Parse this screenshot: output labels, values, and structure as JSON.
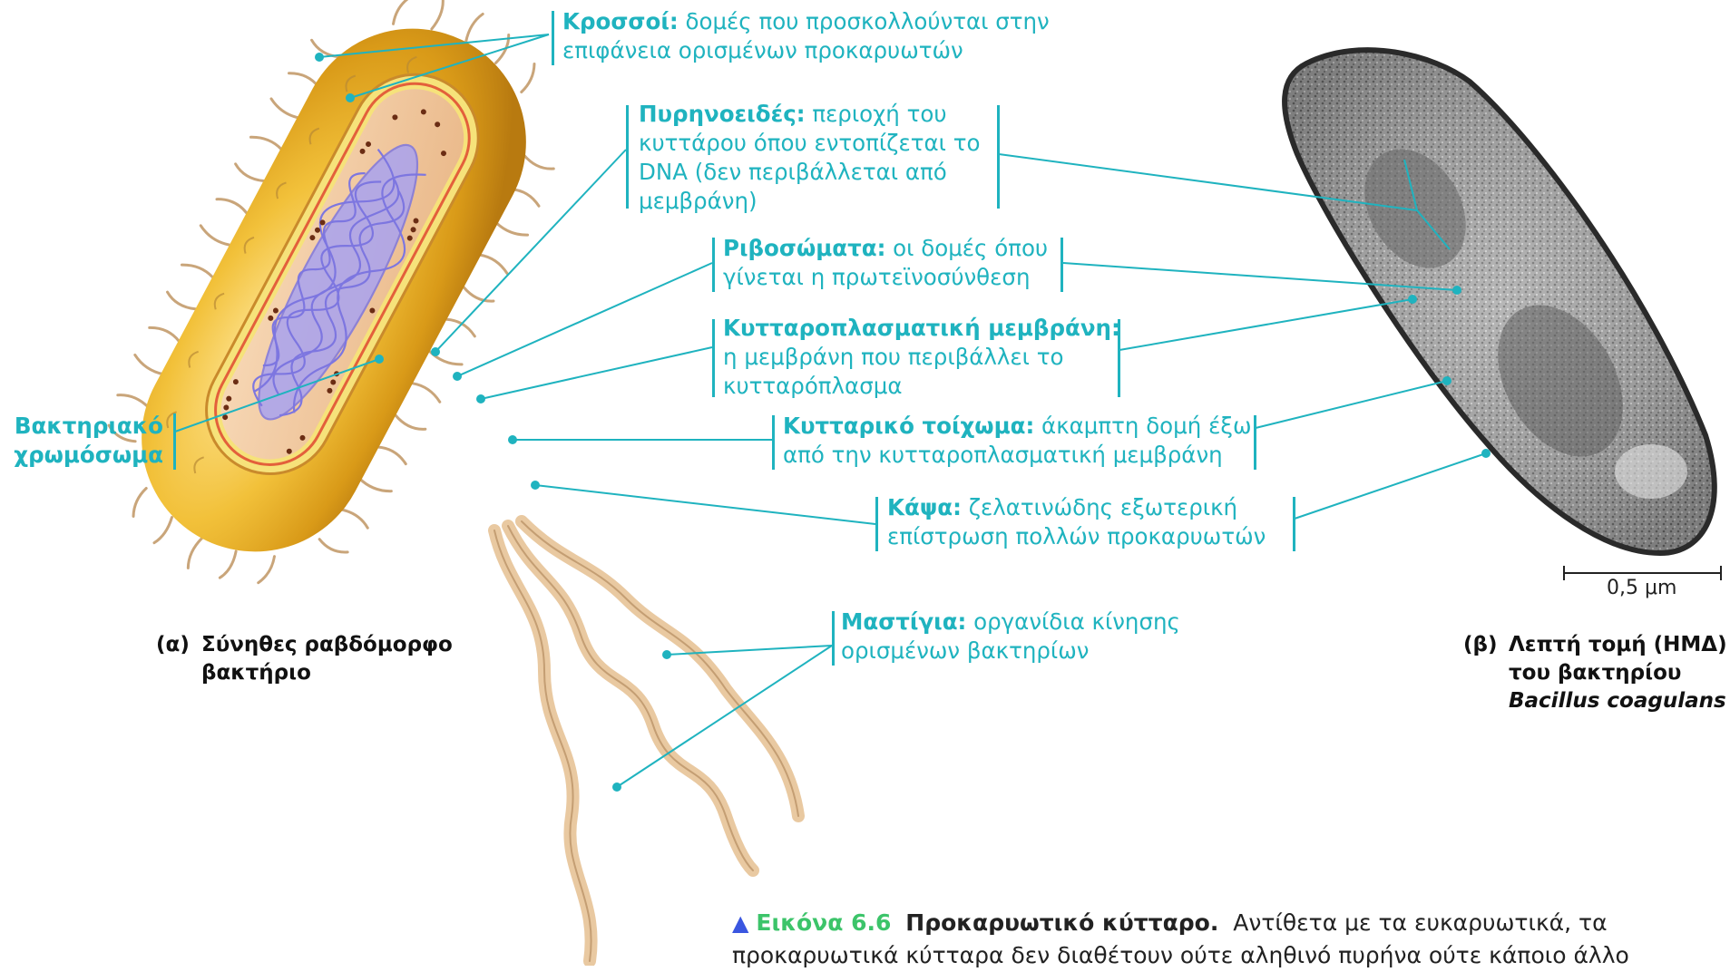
{
  "labels": {
    "fimbriae": {
      "term": "Κροσσοί:",
      "desc1": " δομές που προσκολλούνται στην",
      "desc2": "επιφάνεια ορισμένων προκαρυωτών"
    },
    "nucleoid": {
      "term": "Πυρηνοειδές:",
      "desc1": " περιοχή του",
      "desc2": "κυττάρου όπου εντοπίζεται το",
      "desc3": "DNA (δεν περιβάλλεται από",
      "desc4": "μεμβράνη)"
    },
    "ribosomes": {
      "term": "Ριβοσώματα:",
      "desc1": " οι δομές όπου",
      "desc2": "γίνεται η πρωτεϊνοσύνθεση"
    },
    "plasma_membrane": {
      "term": "Κυτταροπλασματική μεμβράνη:",
      "desc1": "η μεμβράνη που περιβάλλει το",
      "desc2": "κυτταρόπλασμα"
    },
    "cell_wall": {
      "term": "Κυτταρικό τοίχωμα:",
      "desc1": " άκαμπτη δομή έξω",
      "desc2": "από την κυτταροπλασματική μεμβράνη"
    },
    "capsule": {
      "term": "Κάψα:",
      "desc1": " ζελατινώδης εξωτερική",
      "desc2": "επίστρωση πολλών προκαρυωτών"
    },
    "flagella": {
      "term": "Μαστίγια:",
      "desc1": " οργανίδια κίνησης",
      "desc2": "ορισμένων βακτηρίων"
    },
    "chromosome": {
      "line1": "Βακτηριακό",
      "line2": "χρωμόσωμα"
    }
  },
  "captions": {
    "a": {
      "letter": "(α)",
      "line1": "Σύνηθες ραβδόμορφο",
      "line2": "βακτήριο"
    },
    "b": {
      "letter": "(β)",
      "line1": "Λεπτή τομή (ΗΜΔ)",
      "line2": "του βακτηρίου",
      "line3": "Bacillus coagulans"
    }
  },
  "scale_bar": {
    "label": "0,5 μm"
  },
  "figure_caption": {
    "number": "Εικόνα 6.6",
    "title": "Προκαρυωτικό κύτταρο.",
    "text1": "Αντίθετα με τα ευκαρυωτικά, τα",
    "text2": "προκαρυωτικά κύτταρα δεν διαθέτουν ούτε αληθινό πυρήνα ούτε κάποιο άλλο"
  },
  "colors": {
    "accent": "#1fb3bf",
    "capsule": "#e7b32c",
    "cytoplasm": "#f2c9a0",
    "chromosome": "#8f88e6"
  }
}
